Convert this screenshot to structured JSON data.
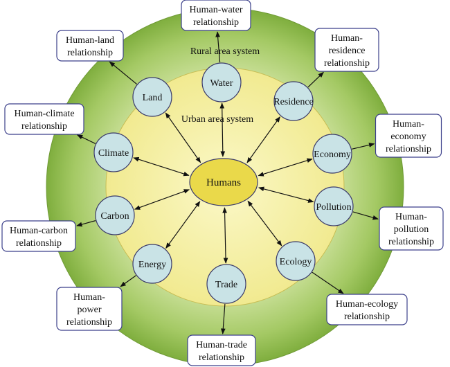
{
  "center": {
    "label": "Humans"
  },
  "labels": {
    "rural": "Rural area system",
    "urban": "Urban area system"
  },
  "nodes": [
    {
      "id": "water",
      "label": "Water"
    },
    {
      "id": "residence",
      "label": "Residence"
    },
    {
      "id": "economy",
      "label": "Economy"
    },
    {
      "id": "pollution",
      "label": "Pollution"
    },
    {
      "id": "ecology",
      "label": "Ecology"
    },
    {
      "id": "trade",
      "label": "Trade"
    },
    {
      "id": "energy",
      "label": "Energy"
    },
    {
      "id": "carbon",
      "label": "Carbon"
    },
    {
      "id": "climate",
      "label": "Climate"
    },
    {
      "id": "land",
      "label": "Land"
    }
  ],
  "relations": [
    {
      "id": "water",
      "lines": [
        "Human-water",
        "relationship"
      ]
    },
    {
      "id": "residence",
      "lines": [
        "Human-",
        "residence",
        "relationship"
      ]
    },
    {
      "id": "economy",
      "lines": [
        "Human-",
        "economy",
        "relationship"
      ]
    },
    {
      "id": "pollution",
      "lines": [
        "Human-",
        "pollution",
        "relationship"
      ]
    },
    {
      "id": "ecology",
      "lines": [
        "Human-ecology",
        "relationship"
      ]
    },
    {
      "id": "trade",
      "lines": [
        "Human-trade",
        "relationship"
      ]
    },
    {
      "id": "energy",
      "lines": [
        "Human-",
        "power",
        "relationship"
      ]
    },
    {
      "id": "carbon",
      "lines": [
        "Human-carbon",
        "relationship"
      ]
    },
    {
      "id": "climate",
      "lines": [
        "Human-climate",
        "relationship"
      ]
    },
    {
      "id": "land",
      "lines": [
        "Human-land",
        "relationship"
      ]
    }
  ],
  "colors": {
    "outer_ring": "#8dbb4c",
    "inner_disc": "#f3ee9c",
    "center": "#ead94a",
    "node": "#c9e3e6",
    "box_border": "#3b3f8a"
  }
}
